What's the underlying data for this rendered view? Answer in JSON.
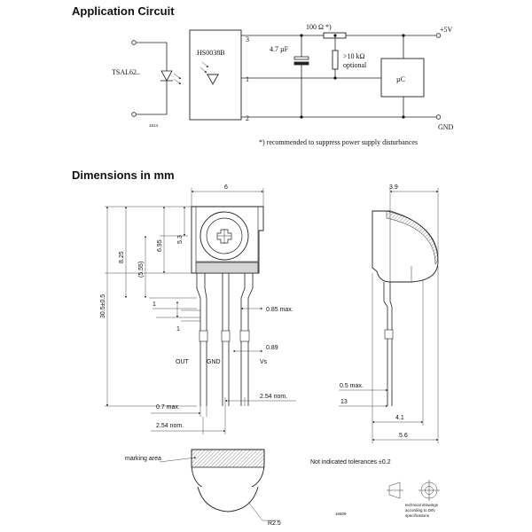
{
  "headers": {
    "application_circuit": "Application Circuit",
    "dimensions": "Dimensions in mm"
  },
  "circuit": {
    "emitter_label": "TSAL62..",
    "receiver_label": "HS0038B",
    "pin3": "3",
    "pin1": "1",
    "pin2": "2",
    "cap_label": "4.7 µF",
    "resistor_label": "100 Ω *)",
    "pullup_label": ">10 kΩ",
    "pullup_note": "optional",
    "uc_label": "µC",
    "vcc_label": "+5V",
    "gnd_label": "GND",
    "drawing_no": "1614",
    "footnote": "*) recommended to suppress power supply disturbances"
  },
  "dimensions": {
    "width_6": "6",
    "depth_3_9": "3.9",
    "h_5_3": "5.3",
    "h_6_95": "6.95",
    "h_5_55": "(5.55)",
    "h_8_25": "8.25",
    "h_total": "30.5±0.5",
    "small_1a": "1",
    "small_1b": "1",
    "lead_0_85": "0.85 max.",
    "lead_0_89": "0.89",
    "pin_out": "OUT",
    "pin_gnd": "GND",
    "pin_vs": "Vs",
    "pitch_right": "2.54 nom.",
    "lead_0_7": "0.7 max.",
    "pitch_left": "2.54 nom.",
    "side_0_5": "0.5 max.",
    "side_13": "13",
    "side_4_1": "4.1",
    "side_5_6": "5.6",
    "marking": "marking area",
    "radius": "R2.5",
    "tolerance": "Not indicated tolerances ±0.2",
    "tech_note_1": "technical drawings",
    "tech_note_2": "according to DIN",
    "tech_note_3": "specifications",
    "drawing_no": "16609"
  }
}
